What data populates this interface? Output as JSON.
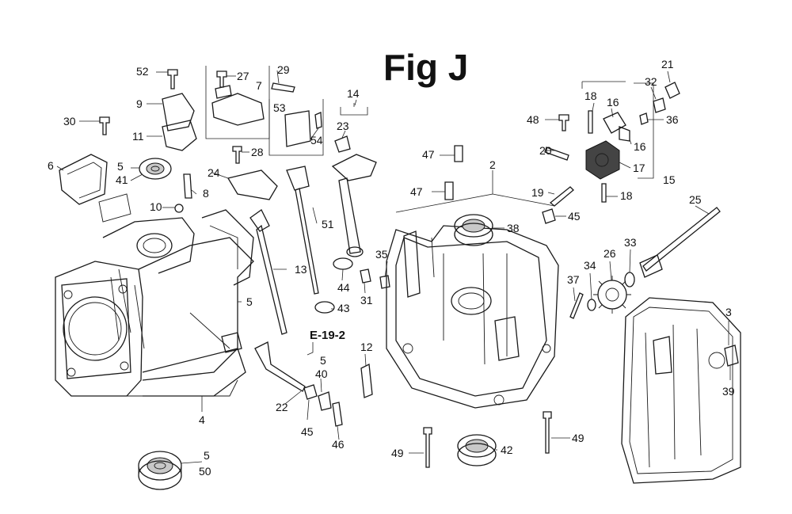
{
  "figure": {
    "title": "Fig J",
    "cross_reference": "E-19-2"
  },
  "callouts": [
    {
      "id": "c52",
      "text": "52"
    },
    {
      "id": "c27",
      "text": "27"
    },
    {
      "id": "c29",
      "text": "29"
    },
    {
      "id": "c7",
      "text": "7"
    },
    {
      "id": "c14",
      "text": "14"
    },
    {
      "id": "c9",
      "text": "9"
    },
    {
      "id": "c53",
      "text": "53"
    },
    {
      "id": "c30",
      "text": "30"
    },
    {
      "id": "c23",
      "text": "23"
    },
    {
      "id": "c11",
      "text": "11"
    },
    {
      "id": "c54",
      "text": "54"
    },
    {
      "id": "c28",
      "text": "28"
    },
    {
      "id": "c6",
      "text": "6"
    },
    {
      "id": "c5a",
      "text": "5"
    },
    {
      "id": "c41",
      "text": "41"
    },
    {
      "id": "c24",
      "text": "24"
    },
    {
      "id": "c8",
      "text": "8"
    },
    {
      "id": "c10",
      "text": "10"
    },
    {
      "id": "c51",
      "text": "51"
    },
    {
      "id": "c13",
      "text": "13"
    },
    {
      "id": "c44",
      "text": "44"
    },
    {
      "id": "c5b",
      "text": "5"
    },
    {
      "id": "c43",
      "text": "43"
    },
    {
      "id": "c5c",
      "text": "5"
    },
    {
      "id": "c40",
      "text": "40"
    },
    {
      "id": "c22",
      "text": "22"
    },
    {
      "id": "c45a",
      "text": "45"
    },
    {
      "id": "c46",
      "text": "46"
    },
    {
      "id": "c4",
      "text": "4"
    },
    {
      "id": "c5d",
      "text": "5"
    },
    {
      "id": "c50",
      "text": "50"
    },
    {
      "id": "c35",
      "text": "35"
    },
    {
      "id": "c31",
      "text": "31"
    },
    {
      "id": "c12",
      "text": "12"
    },
    {
      "id": "c2",
      "text": "2"
    },
    {
      "id": "c47a",
      "text": "47"
    },
    {
      "id": "c47b",
      "text": "47"
    },
    {
      "id": "c48",
      "text": "48"
    },
    {
      "id": "c20",
      "text": "20"
    },
    {
      "id": "c19",
      "text": "19"
    },
    {
      "id": "c45b",
      "text": "45"
    },
    {
      "id": "c38",
      "text": "38"
    },
    {
      "id": "c49a",
      "text": "49"
    },
    {
      "id": "c42",
      "text": "42"
    },
    {
      "id": "c49b",
      "text": "49"
    },
    {
      "id": "c18a",
      "text": "18"
    },
    {
      "id": "c16a",
      "text": "16"
    },
    {
      "id": "c16b",
      "text": "16"
    },
    {
      "id": "c17",
      "text": "17"
    },
    {
      "id": "c18b",
      "text": "18"
    },
    {
      "id": "c15",
      "text": "15"
    },
    {
      "id": "c21",
      "text": "21"
    },
    {
      "id": "c32",
      "text": "32"
    },
    {
      "id": "c36",
      "text": "36"
    },
    {
      "id": "c25",
      "text": "25"
    },
    {
      "id": "c26",
      "text": "26"
    },
    {
      "id": "c33",
      "text": "33"
    },
    {
      "id": "c34",
      "text": "34"
    },
    {
      "id": "c37",
      "text": "37"
    },
    {
      "id": "c3",
      "text": "3"
    },
    {
      "id": "c39",
      "text": "39"
    }
  ]
}
